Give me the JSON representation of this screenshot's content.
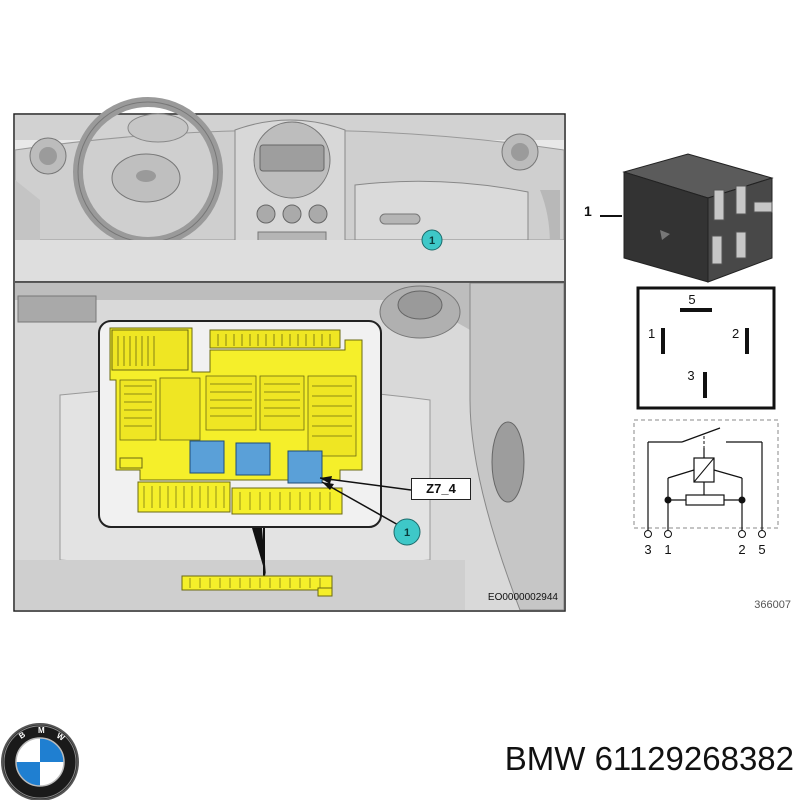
{
  "callouts": {
    "location_number": "1",
    "detail_number": "1"
  },
  "connector_label": "Z7_4",
  "reference_code": "EO0000002944",
  "relay": {
    "item_label": "1"
  },
  "pinout": {
    "pin5": "5",
    "pin1": "1",
    "pin2": "2",
    "pin3": "3"
  },
  "schematic_pins": [
    "3",
    "1",
    "2",
    "5"
  ],
  "figure_number": "366007",
  "brand": {
    "name": "BMW"
  },
  "part_number": "61129268382",
  "colors": {
    "fuse_box": "#f5ef2a",
    "relay_highlight": "#5aa0d8",
    "callout": "#3ec8c8"
  }
}
